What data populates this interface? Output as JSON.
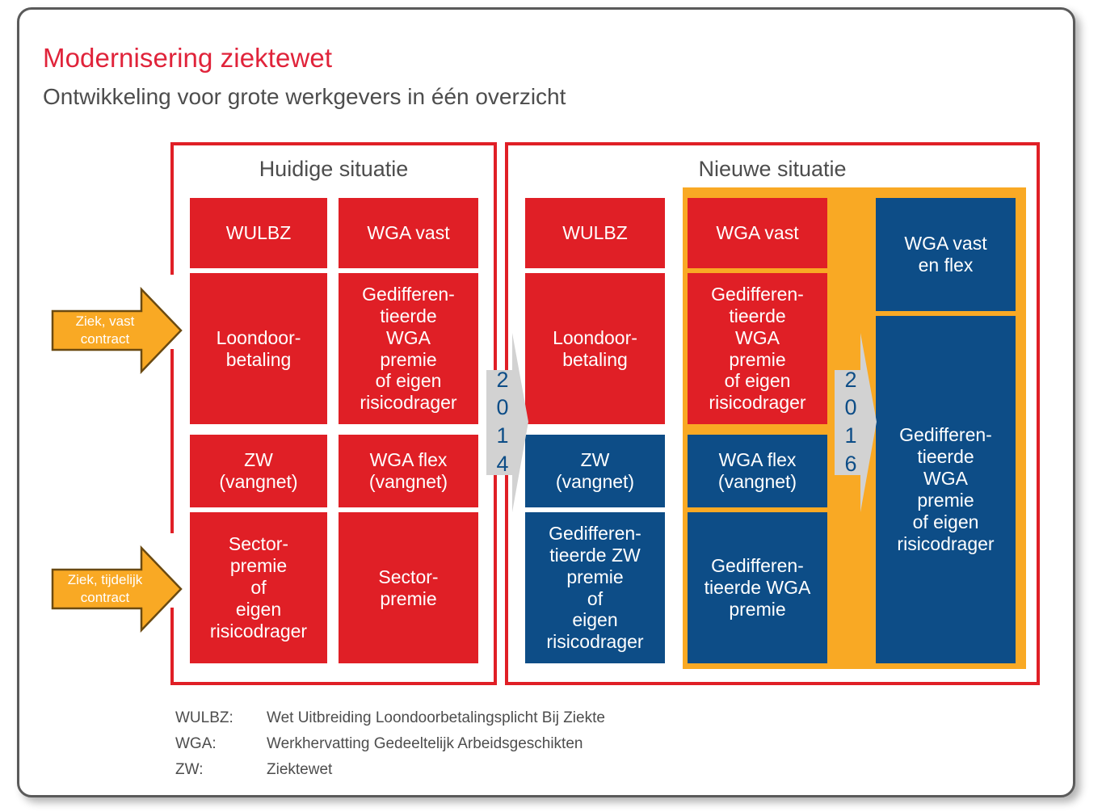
{
  "header": {
    "title": "Modernisering ziektewet",
    "subtitle": "Ontwikkeling voor grote werkgevers in één overzicht"
  },
  "columns": {
    "current_caption": "Huidige situatie",
    "new_caption": "Nieuwe situatie"
  },
  "arrows": {
    "vast": "Ziek, vast\ncontract",
    "tijdelijk": "Ziek, tijdelijk\ncontract"
  },
  "years": {
    "first": [
      "2",
      "0",
      "1",
      "4"
    ],
    "second": [
      "2",
      "0",
      "1",
      "6"
    ]
  },
  "current": {
    "col1": [
      {
        "label": "WULBZ",
        "color": "red"
      },
      {
        "label": "Loondoor-\nbetaling",
        "color": "red"
      },
      {
        "label": "ZW\n(vangnet)",
        "color": "red"
      },
      {
        "label": "Sector-\npremie\nof\neigen\nrisicodrager",
        "color": "red"
      }
    ],
    "col2": [
      {
        "label": "WGA vast",
        "color": "red"
      },
      {
        "label": "Gedifferen-\ntieerde\nWGA\npremie\nof eigen\nrisicodrager",
        "color": "red"
      },
      {
        "label": "WGA flex\n(vangnet)",
        "color": "red"
      },
      {
        "label": "Sector-\npremie",
        "color": "red"
      }
    ]
  },
  "new": {
    "col1": [
      {
        "label": "WULBZ",
        "color": "red"
      },
      {
        "label": "Loondoor-\nbetaling",
        "color": "red"
      },
      {
        "label": "ZW\n(vangnet)",
        "color": "blue"
      },
      {
        "label": "Gedifferen-\ntieerde ZW\npremie\nof\neigen\nrisicodrager",
        "color": "blue"
      }
    ],
    "col2": [
      {
        "label": "WGA vast",
        "color": "red"
      },
      {
        "label": "Gedifferen-\ntieerde\nWGA\npremie\nof eigen\nrisicodrager",
        "color": "red"
      },
      {
        "label": "WGA flex\n(vangnet)",
        "color": "blue"
      },
      {
        "label": "Gedifferen-\ntieerde WGA\npremie",
        "color": "blue"
      }
    ],
    "col3": [
      {
        "label": "WGA vast\nen flex",
        "color": "blue"
      },
      {
        "label": "Gedifferen-\ntieerde\nWGA\npremie\nof eigen\nrisicodrager",
        "color": "blue"
      }
    ]
  },
  "legend": [
    {
      "abbr": "WULBZ:",
      "full": "Wet Uitbreiding Loondoorbetalingsplicht Bij Ziekte"
    },
    {
      "abbr": "WGA:",
      "full": "Werkhervatting Gedeeltelijk Arbeidsgeschikten"
    },
    {
      "abbr": "ZW:",
      "full": "Ziektewet"
    }
  ],
  "colors": {
    "red": "#e01f26",
    "blue": "#0d4d87",
    "orange": "#f9a924",
    "title_red": "#e0233a",
    "gray_text": "#4d4d4d",
    "chevron_gray": "#d2d2d2"
  }
}
